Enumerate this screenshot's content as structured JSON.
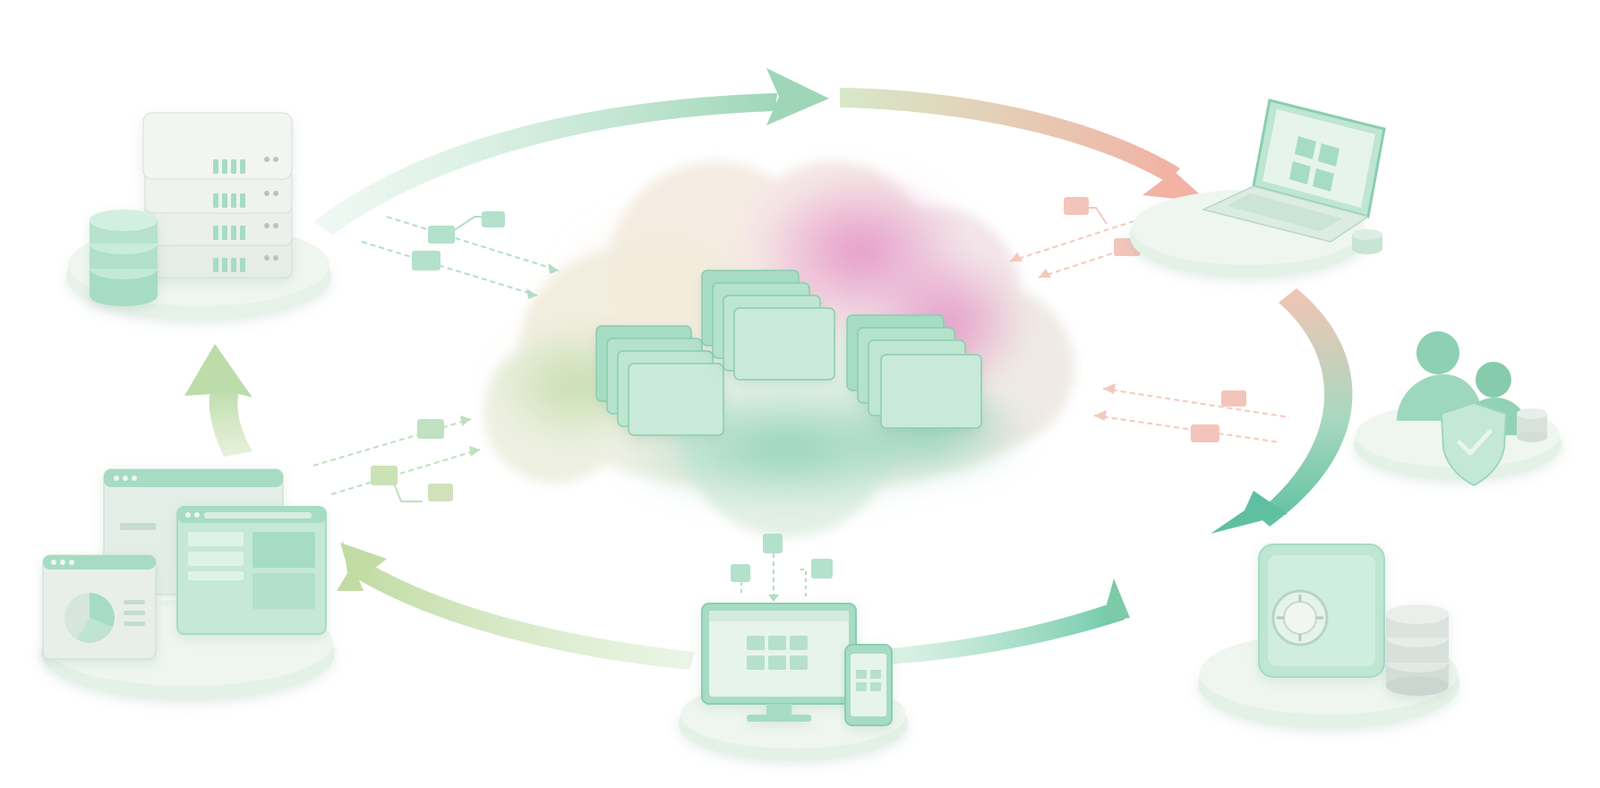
{
  "diagram": {
    "layout": "circular-flow",
    "center": "cloud-storage",
    "nodes": [
      {
        "id": "server-rack",
        "icon": "server-database-icon",
        "interactable": false
      },
      {
        "id": "laptop",
        "icon": "laptop-icon",
        "interactable": false
      },
      {
        "id": "users-security",
        "icon": "users-shield-icon",
        "interactable": false
      },
      {
        "id": "vault",
        "icon": "safe-database-icon",
        "interactable": false
      },
      {
        "id": "desktop-mobile",
        "icon": "monitor-phone-icon",
        "interactable": false
      },
      {
        "id": "web-dashboards",
        "icon": "browser-windows-icon",
        "interactable": false
      }
    ],
    "flow_order": [
      "server-rack",
      "laptop",
      "vault",
      "desktop-mobile",
      "web-dashboards",
      "server-rack"
    ]
  },
  "colors": {
    "mint": "#a8dcc4",
    "mint_dark": "#6cc4a4",
    "mint_light": "#d6efe2",
    "peach": "#f0b8a8",
    "pink": "#e8a6c8",
    "olive": "#c6dca4",
    "platform": "#e8f3ea",
    "server_body": "#eaf0ec"
  }
}
